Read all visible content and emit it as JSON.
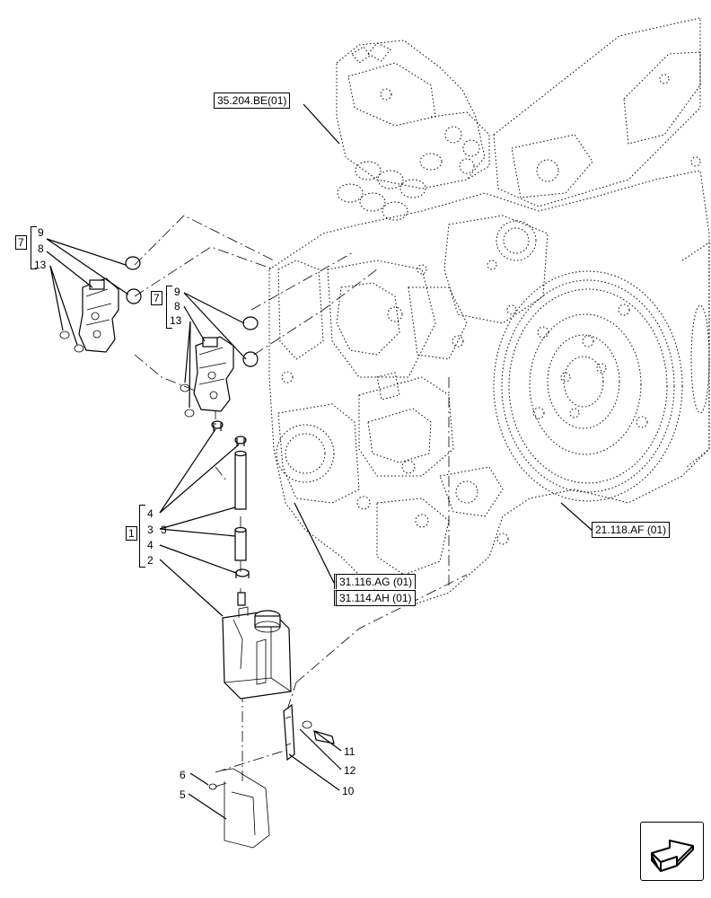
{
  "refs": {
    "r1": "35.204.BE(01)",
    "r2": "21.118.AF (01)",
    "r3": "31.116.AG (01)",
    "r4": "31.114.AH (01)"
  },
  "groups": {
    "g1_box": "7",
    "g1_items": [
      "9",
      "8",
      "13"
    ],
    "g2_box": "7",
    "g2_items": [
      "9",
      "8",
      "13"
    ],
    "g3_box": "1",
    "g3_items": [
      "4",
      "3",
      "4",
      "2"
    ]
  },
  "callouts": {
    "c3b": "3",
    "c6": "6",
    "c5": "5",
    "c11": "11",
    "c12": "12",
    "c10": "10"
  },
  "icons": {
    "nav": "next-page-arrow-icon"
  }
}
